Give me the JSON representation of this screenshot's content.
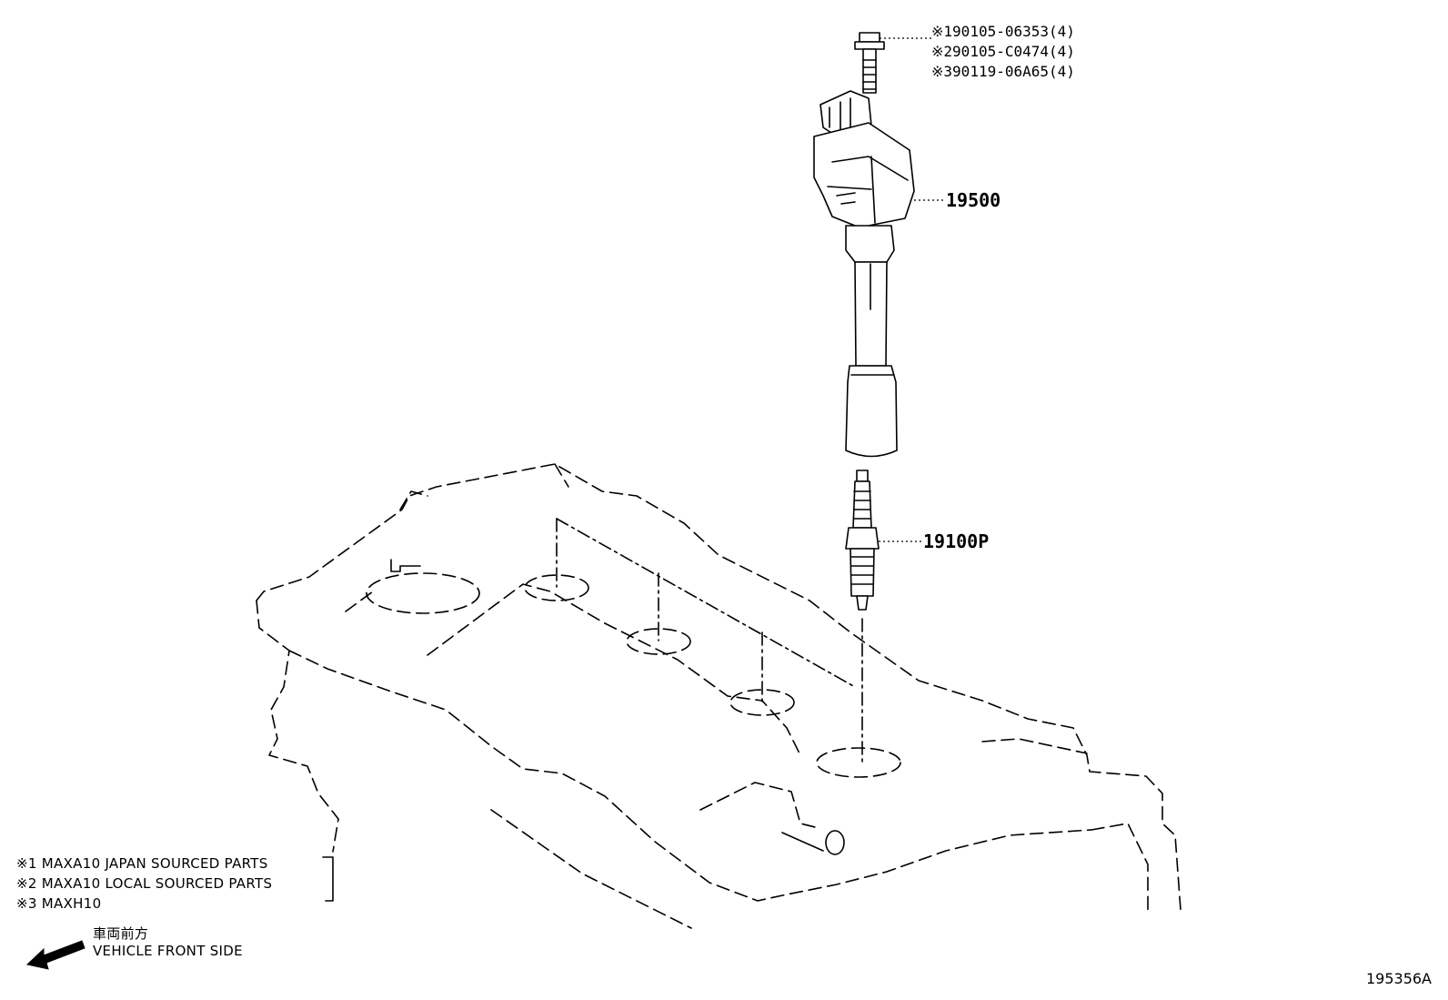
{
  "bolt": {
    "lines": [
      {
        "mark": "※1",
        "part_no": "90105-06353(4)"
      },
      {
        "mark": "※2",
        "part_no": "90105-C0474(4)"
      },
      {
        "mark": "※3",
        "part_no": "90119-06A65(4)"
      }
    ]
  },
  "callouts": {
    "ignition_coil": "19500",
    "spark_plug": "19100P"
  },
  "notes": [
    "※1 MAXA10 JAPAN SOURCED PARTS",
    "※2 MAXA10 LOCAL SOURCED PARTS",
    "※3 MAXH10"
  ],
  "direction": {
    "jp": "車両前方",
    "en": "VEHICLE FRONT SIDE"
  },
  "figure_number": "195356A"
}
